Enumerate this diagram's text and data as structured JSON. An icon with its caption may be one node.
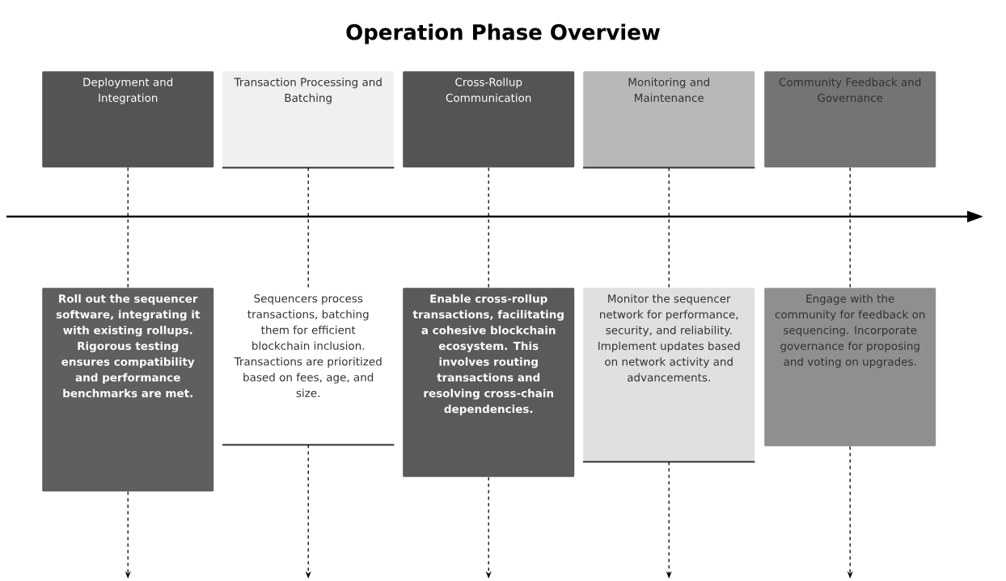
{
  "diagram": {
    "title": "Operation Phase Overview",
    "nodes": [
      {
        "text": [
          "Deployment and Integration"
        ]
      },
      {
        "text": [
          "Transaction Processing and Batching"
        ]
      },
      {
        "text": [
          "Cross-Rollup Communication"
        ]
      },
      {
        "text": [
          "Monitoring and Maintenance"
        ]
      },
      {
        "text": [
          "Community Feedback and Governance"
        ]
      },
      {
        "text": [
          "Roll out the sequencer software, integrating it with existing rollups. Rigorous testing ensures compatibility and performance benchmarks are met."
        ]
      },
      {
        "text": [
          "Sequencers process transactions, batching them for efficient blockchain inclusion. Transactions are prioritized based on fees, age, and size."
        ]
      },
      {
        "text": [
          "Enable cross-rollup transactions, facilitating a cohesive blockchain ecosystem. This involves routing transactions and resolving cross-chain dependencies."
        ]
      },
      {
        "text": [
          "Monitor the sequencer network for performance, security, and reliability. Implement updates based on network activity and advancements."
        ]
      },
      {
        "text": [
          "Engage with the community for feedback on sequencing. Incorporate governance for proposing and voting on upgrades."
        ]
      }
    ],
    "edges": [
      {
        "from": 0,
        "to": 5,
        "arrow": "none",
        "style": "dashed"
      },
      {
        "from": 1,
        "to": 6,
        "arrow": "none",
        "style": "dashed"
      },
      {
        "from": 2,
        "to": 7,
        "arrow": "none",
        "style": "dashed"
      },
      {
        "from": 3,
        "to": 8,
        "arrow": "none",
        "style": "dashed"
      },
      {
        "from": 4,
        "to": 9,
        "arrow": "none",
        "style": "dashed"
      },
      {
        "from": 5,
        "to": null,
        "arrow": "to",
        "style": "dashed"
      },
      {
        "from": 6,
        "to": null,
        "arrow": "to",
        "style": "dashed"
      },
      {
        "from": 7,
        "to": null,
        "arrow": "to",
        "style": "dashed"
      },
      {
        "from": 8,
        "to": null,
        "arrow": "to",
        "style": "dashed"
      },
      {
        "from": 9,
        "to": null,
        "arrow": "to",
        "style": "dashed"
      }
    ]
  }
}
